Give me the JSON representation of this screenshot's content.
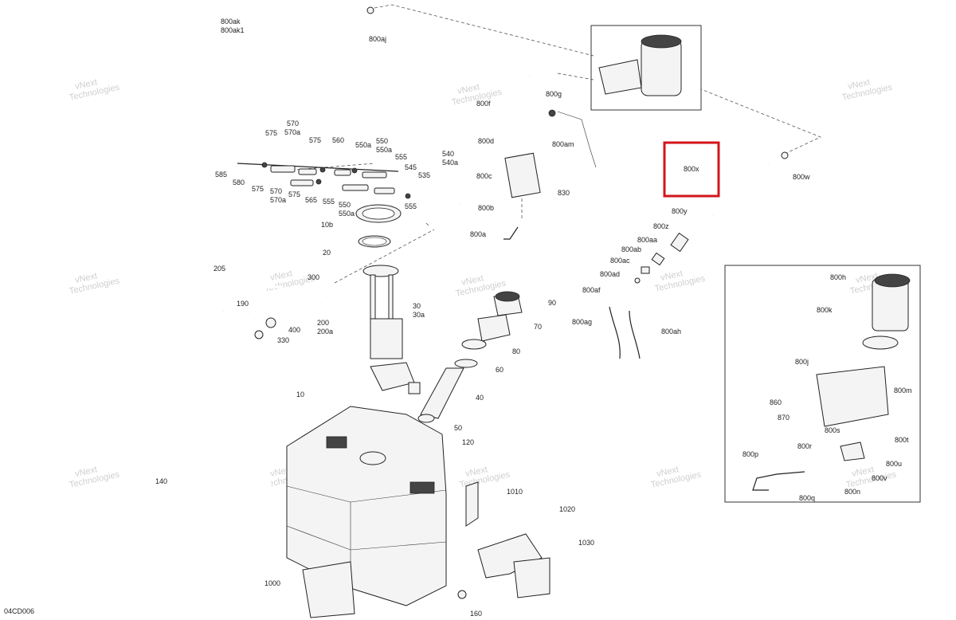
{
  "diagram": {
    "code": "04CD006",
    "highlight_color": "#d4141b",
    "highlighted_callout": "800x",
    "watermark_lines": [
      "vNext",
      "Technologies"
    ],
    "callouts": [
      "800ak",
      "800ak1",
      "800aj",
      "800g",
      "800f",
      "800am",
      "800d",
      "800c",
      "830",
      "800b",
      "800a",
      "570",
      "570a",
      "575",
      "560",
      "550",
      "550a",
      "555",
      "545",
      "535",
      "540",
      "540a",
      "585",
      "580",
      "565",
      "10b",
      "20",
      "205",
      "300",
      "190",
      "400",
      "330",
      "200",
      "200a",
      "30",
      "30a",
      "90",
      "70",
      "80",
      "60",
      "40",
      "50",
      "10",
      "120",
      "140",
      "1000",
      "160",
      "1010",
      "1020",
      "1030",
      "800x",
      "800w",
      "800y",
      "800z",
      "800aa",
      "800ab",
      "800ac",
      "800ad",
      "800af",
      "800ag",
      "800ah",
      "800h",
      "800k",
      "800j",
      "860",
      "870",
      "800m",
      "800s",
      "800r",
      "800t",
      "800p",
      "800u",
      "800v",
      "800q",
      "800n"
    ]
  }
}
